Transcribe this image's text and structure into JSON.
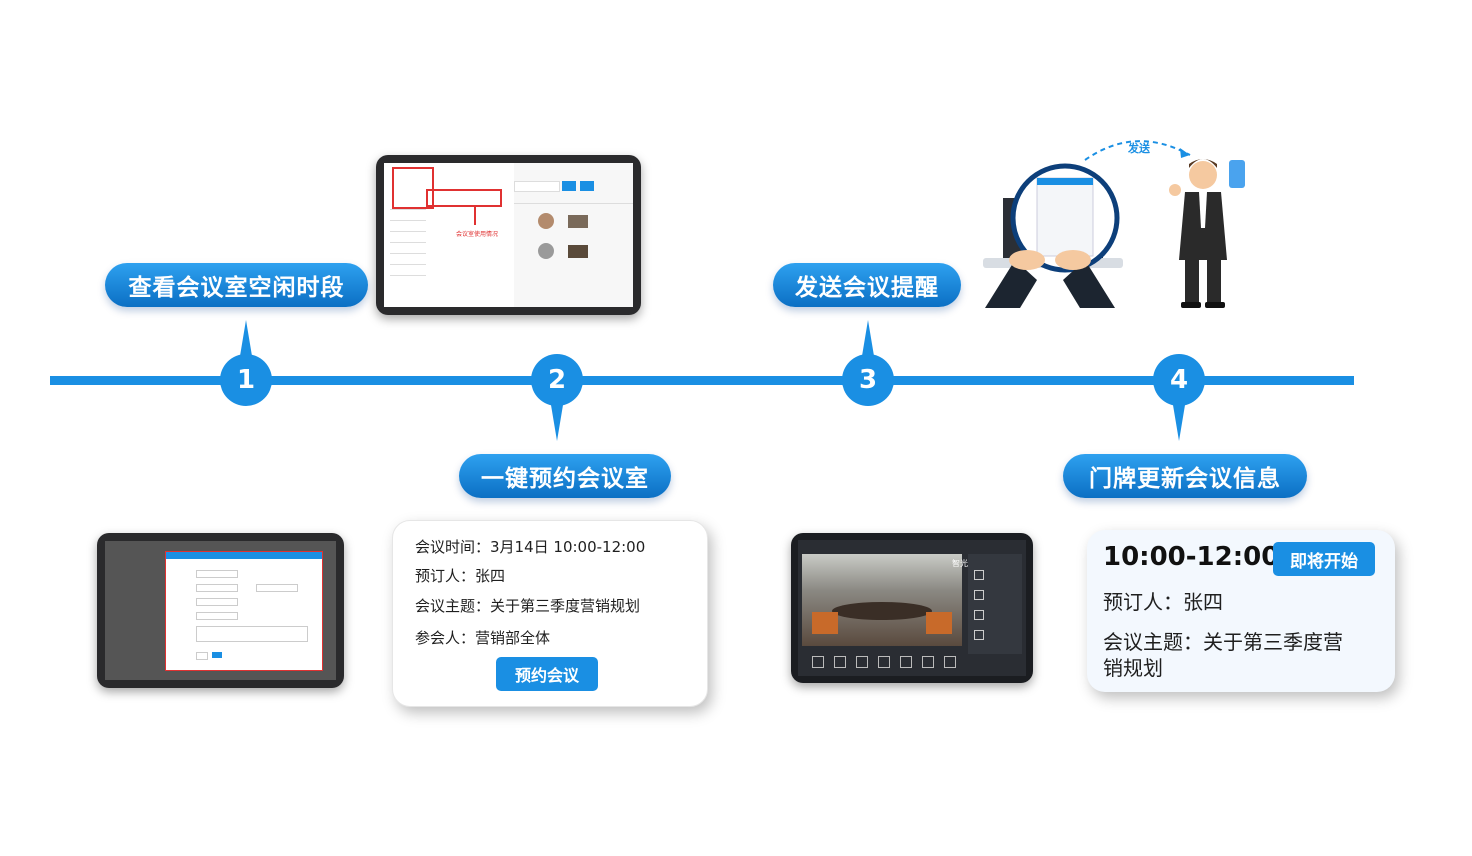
{
  "steps": [
    {
      "number": "1",
      "label": "查看会议室空闲时段"
    },
    {
      "number": "2",
      "label": "一键预约会议室"
    },
    {
      "number": "3",
      "label": "发送会议提醒"
    },
    {
      "number": "4",
      "label": "门牌更新会议信息"
    }
  ],
  "booking_card": {
    "time": "会议时间：3月14日 10:00-12:00",
    "booker": "预订人：张四",
    "subject": "会议主题：关于第三季度营销规划",
    "attendees": "参会人：营销部全体",
    "button": "预约会议"
  },
  "door_sign_card": {
    "time": "10:00-12:00",
    "badge": "即将开始",
    "booker": "预订人：张四",
    "subject_line1": "会议主题：关于第三季度营",
    "subject_line2": "销规划"
  },
  "send_label": "发送",
  "usage_annotation": "会议室使用情况",
  "room_panel_title": "智光",
  "colors": {
    "accent": "#1a8fe3",
    "pill_dark": "#0b6fc4",
    "annotation_red": "#e03131"
  }
}
